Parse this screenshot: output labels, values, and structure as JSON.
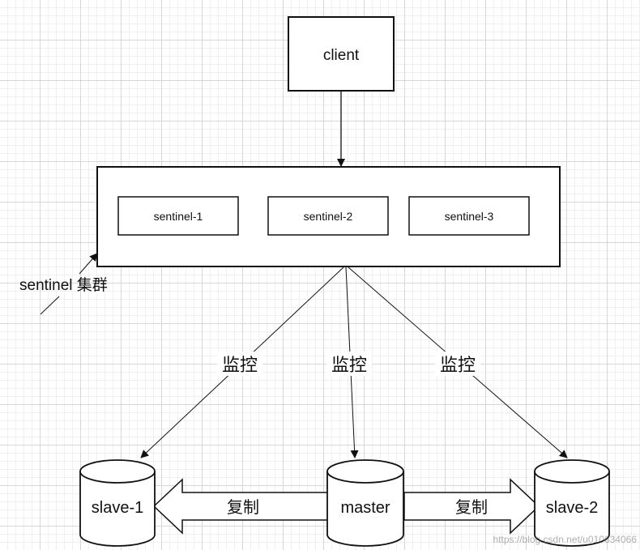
{
  "nodes": {
    "client": "client",
    "sentinels": [
      "sentinel-1",
      "sentinel-2",
      "sentinel-3"
    ],
    "cluster_label": "sentinel 集群",
    "master": "master",
    "slave_1": "slave-1",
    "slave_2": "slave-2"
  },
  "edges": {
    "monitor_label": "监控",
    "replicate_label": "复制"
  },
  "watermark": "https://blog.csdn.net/u010634066"
}
